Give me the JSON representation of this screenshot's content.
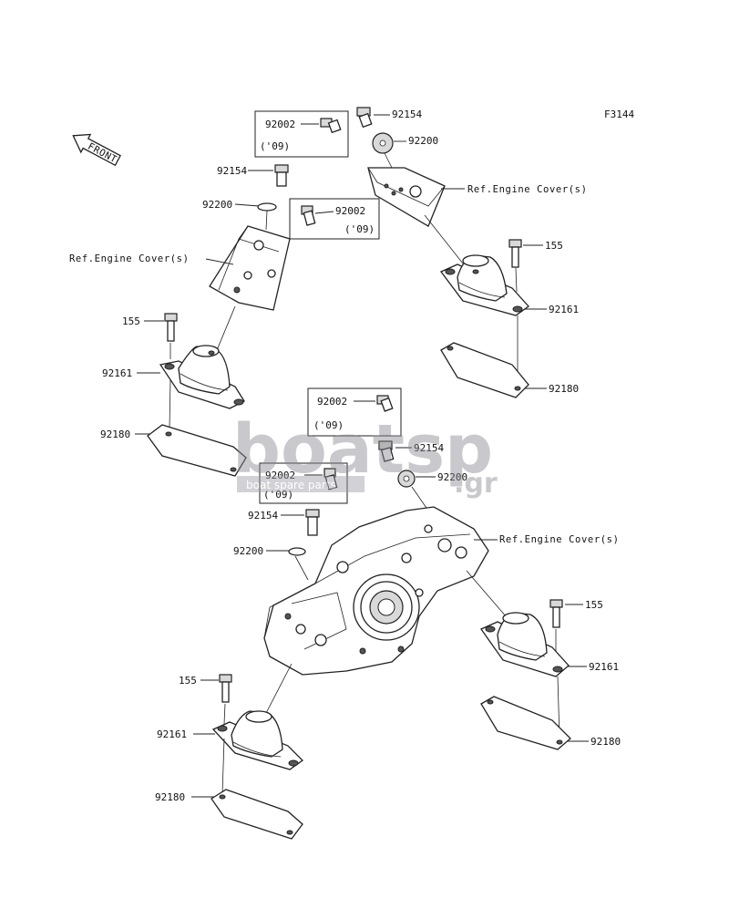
{
  "figure_id": "F3144",
  "front_label": "FRONT",
  "ref_label": "Ref.Engine Cover(s)",
  "year_note": "('09)",
  "part_numbers": {
    "bolt_year": "92002",
    "bolt": "92154",
    "washer": "92200",
    "stud_bolt": "155",
    "mount": "92161",
    "plate": "92180"
  },
  "watermark": {
    "text": "boatsp",
    "suffix": ".gr",
    "tagline": "boat spare parts"
  }
}
